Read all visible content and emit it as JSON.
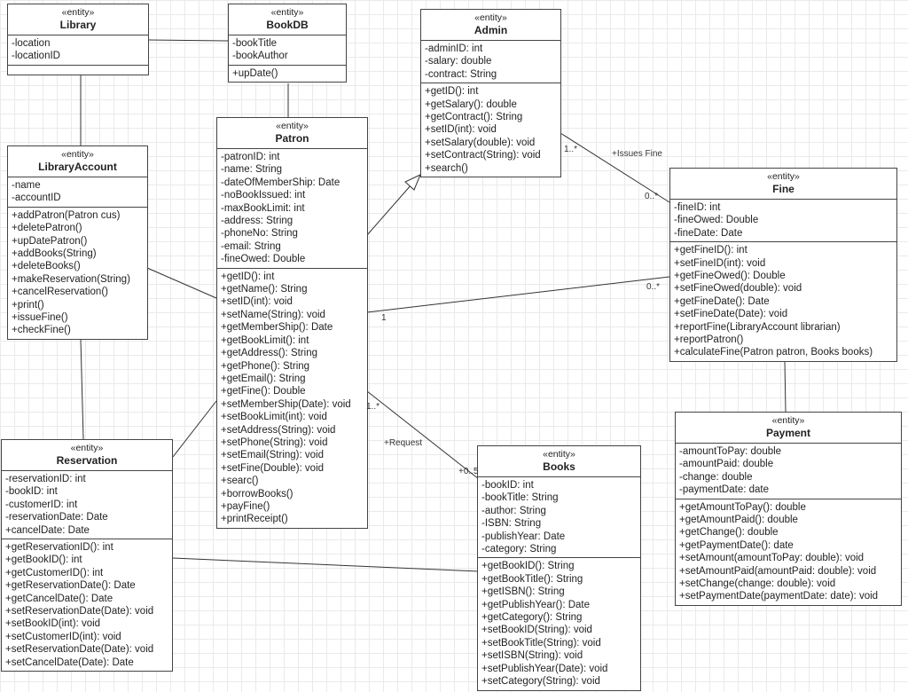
{
  "classes": {
    "library": {
      "stereotype": "«entity»",
      "name": "Library",
      "attributes": [
        "-location",
        "-locationID"
      ],
      "methods": []
    },
    "bookdb": {
      "stereotype": "«entity»",
      "name": "BookDB",
      "attributes": [
        "-bookTitle",
        "-bookAuthor"
      ],
      "methods": [
        "+upDate()"
      ]
    },
    "admin": {
      "stereotype": "«entity»",
      "name": "Admin",
      "attributes": [
        "-adminID: int",
        "-salary: double",
        "-contract: String"
      ],
      "methods": [
        "+getID(): int",
        "+getSalary(): double",
        "+getContract(): String",
        "+setID(int): void",
        "+setSalary(double): void",
        "+setContract(String): void",
        "+search()"
      ]
    },
    "libraryaccount": {
      "stereotype": "«entity»",
      "name": "LibraryAccount",
      "attributes": [
        "-name",
        "-accountID"
      ],
      "methods": [
        "+addPatron(Patron cus)",
        "+deletePatron()",
        "+upDatePatron()",
        "+addBooks(String)",
        "+deleteBooks()",
        "+makeReservation(String)",
        "+cancelReservation()",
        "+print()",
        "+issueFine()",
        "+checkFine()"
      ]
    },
    "patron": {
      "stereotype": "«entity»",
      "name": "Patron",
      "attributes": [
        "-patronID: int",
        "-name: String",
        "-dateOfMemberShip: Date",
        "-noBookIssued: int",
        "-maxBookLimit: int",
        "-address: String",
        "-phoneNo: String",
        "-email: String",
        "-fineOwed: Double"
      ],
      "methods": [
        "+getID(): int",
        "+getName(): String",
        "+setID(int): void",
        "+setName(String): void",
        "+getMemberShip(): Date",
        "+getBookLimit(): int",
        "+getAddress(): String",
        "+getPhone(): String",
        "+getEmail(): String",
        "+getFine(): Double",
        "+setMemberShip(Date): void",
        "+setBookLimit(int): void",
        "+setAddress(String): void",
        "+setPhone(String): void",
        "+setEmail(String): void",
        "+setFine(Double): void",
        "+searc()",
        "+borrowBooks()",
        "+payFine()",
        "+printReceipt()"
      ]
    },
    "fine": {
      "stereotype": "«entity»",
      "name": "Fine",
      "attributes": [
        "-fineID: int",
        "-fineOwed: Double",
        "-fineDate: Date"
      ],
      "methods": [
        "+getFineID(): int",
        "+setFineID(int): void",
        "+getFineOwed(): Double",
        "+setFineOwed(double): void",
        "+getFineDate(): Date",
        "+setFineDate(Date): void",
        "+reportFine(LibraryAccount librarian)",
        "+reportPatron()",
        "+calculateFine(Patron patron, Books books)"
      ]
    },
    "payment": {
      "stereotype": "«entity»",
      "name": "Payment",
      "attributes": [
        "-amountToPay: double",
        "-amountPaid: double",
        "-change: double",
        "-paymentDate: date"
      ],
      "methods": [
        "+getAmountToPay(): double",
        "+getAmountPaid(): double",
        "+getChange(): double",
        "+getPaymentDate(): date",
        "+setAmount(amountToPay: double): void",
        "+setAmountPaid(amountPaid: double): void",
        "+setChange(change: double): void",
        "+setPaymentDate(paymentDate: date): void"
      ]
    },
    "reservation": {
      "stereotype": "«entity»",
      "name": "Reservation",
      "attributes": [
        "-reservationID: int",
        "-bookID: int",
        "-customerID: int",
        "-reservationDate: Date",
        "+cancelDate: Date"
      ],
      "methods": [
        "+getReservationID(): int",
        "+getBookID(): int",
        "+getCustomerID(): int",
        "+getReservationDate(): Date",
        "+getCancelDate(): Date",
        "+setReservationDate(Date): void",
        "+setBookID(int): void",
        "+setCustomerID(int): void",
        "+setReservationDate(Date): void",
        "+setCancelDate(Date): Date"
      ]
    },
    "books": {
      "stereotype": "«entity»",
      "name": "Books",
      "attributes": [
        "-bookID: int",
        "-bookTitle: String",
        "-author: String",
        "-ISBN: String",
        "-publishYear: Date",
        "-category: String"
      ],
      "methods": [
        "+getBookID(): String",
        "+getBookTitle(): String",
        "+getISBN(): String",
        "+getPublishYear(): Date",
        "+getCategory(): String",
        "+setBookID(String): void",
        "+setBookTitle(String): void",
        "+setISBN(String): void",
        "+setPublishYear(Date): void",
        "+setCategory(String): void"
      ]
    }
  },
  "labels": {
    "admin_fine_mult_admin": "1..*",
    "admin_fine_name": "+Issues Fine",
    "admin_fine_mult_fine": "0..*",
    "patron_fine_mult_patron": "1",
    "patron_fine_mult_fine": "0..*",
    "patron_books_mult_patron": "1..*",
    "patron_books_name": "+Request",
    "patron_books_mult_books": "+0..5"
  }
}
